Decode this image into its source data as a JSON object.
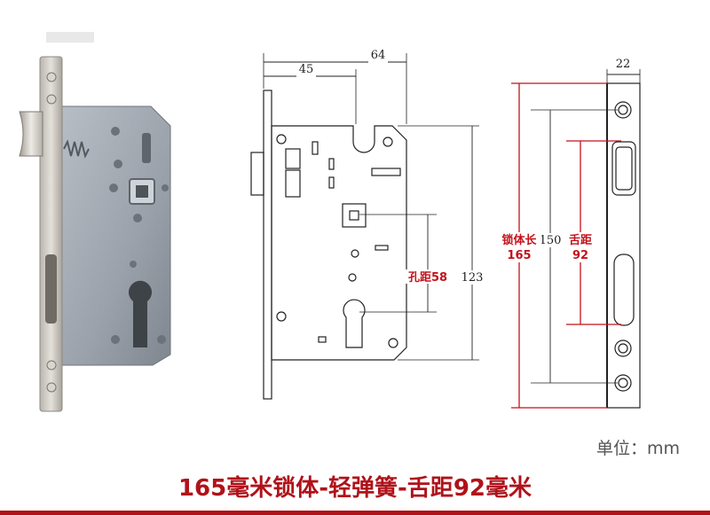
{
  "dimensions": {
    "width_45": "45",
    "width_64": "64",
    "height_123": "123",
    "hole_distance": "孔距58",
    "faceplate_width": "22",
    "body_length_label": "锁体长",
    "body_length_value": "165",
    "height_150": "150",
    "tongue_distance_label": "舌距",
    "tongue_distance_value": "92"
  },
  "unit_label": "单位：mm",
  "caption": "165毫米锁体-轻弹簧-舌距92毫米",
  "colors": {
    "accent_red": "#c3121c",
    "caption_red": "#b0121a",
    "line": "#222222",
    "steel": "#9aa0a8"
  }
}
